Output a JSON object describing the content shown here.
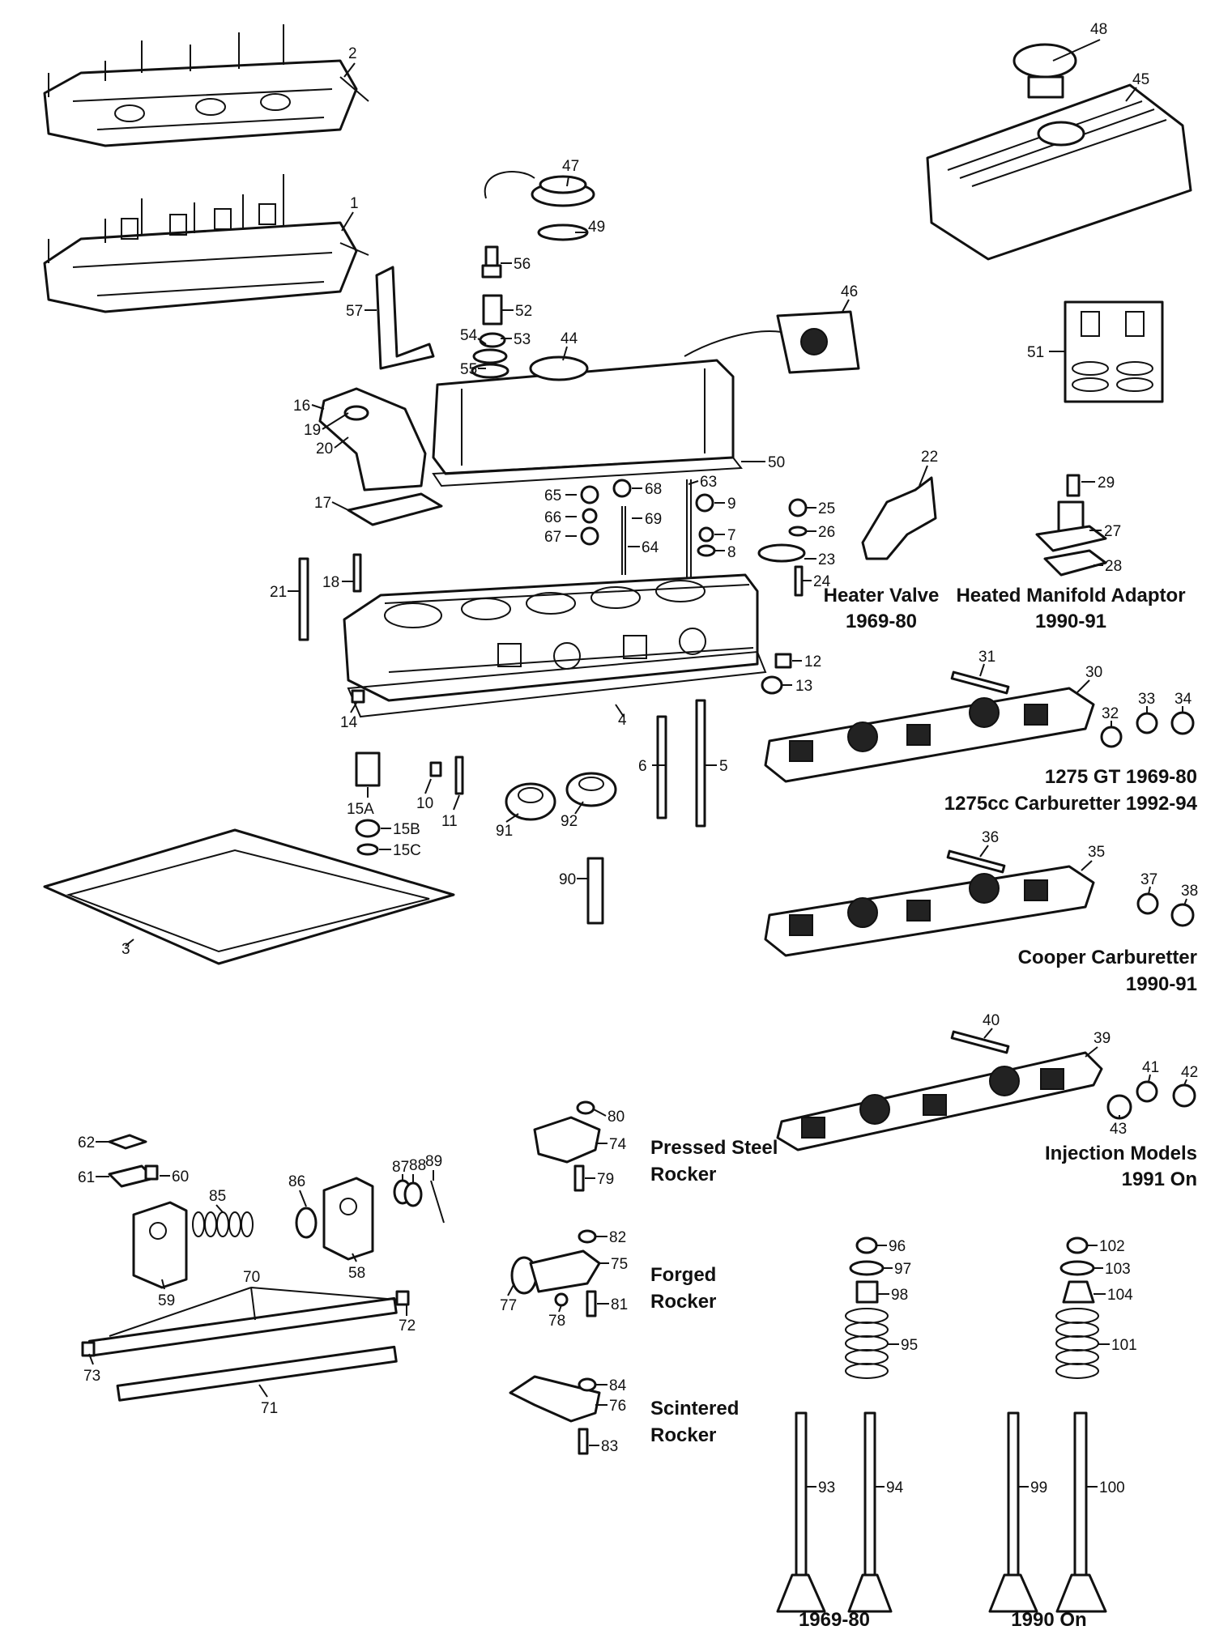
{
  "labels": {
    "l1": "1",
    "l2": "2",
    "l3": "3",
    "l4": "4",
    "l5": "5",
    "l6": "6",
    "l7": "7",
    "l8": "8",
    "l9": "9",
    "l10": "10",
    "l11": "11",
    "l12": "12",
    "l13": "13",
    "l14": "14",
    "l15A": "15A",
    "l15B": "15B",
    "l15C": "15C",
    "l16": "16",
    "l17": "17",
    "l18": "18",
    "l19": "19",
    "l20": "20",
    "l21": "21",
    "l22": "22",
    "l23": "23",
    "l24": "24",
    "l25": "25",
    "l26": "26",
    "l27": "27",
    "l28": "28",
    "l29": "29",
    "l30": "30",
    "l31": "31",
    "l32": "32",
    "l33": "33",
    "l34": "34",
    "l35": "35",
    "l36": "36",
    "l37": "37",
    "l38": "38",
    "l39": "39",
    "l40": "40",
    "l41": "41",
    "l42": "42",
    "l43": "43",
    "l44": "44",
    "l45": "45",
    "l46": "46",
    "l47": "47",
    "l48": "48",
    "l49": "49",
    "l50": "50",
    "l51": "51",
    "l52": "52",
    "l53": "53",
    "l54": "54",
    "l55": "55",
    "l56": "56",
    "l57": "57",
    "l58": "58",
    "l59": "59",
    "l60": "60",
    "l61": "61",
    "l62": "62",
    "l63": "63",
    "l64": "64",
    "l65": "65",
    "l66": "66",
    "l67": "67",
    "l68": "68",
    "l69": "69",
    "l70": "70",
    "l71": "71",
    "l72": "72",
    "l73": "73",
    "l74": "74",
    "l75": "75",
    "l76": "76",
    "l77": "77",
    "l78": "78",
    "l79": "79",
    "l80": "80",
    "l81": "81",
    "l82": "82",
    "l83": "83",
    "l84": "84",
    "l85": "85",
    "l86": "86",
    "l87": "87",
    "l88": "88",
    "l89": "89",
    "l90": "90",
    "l91": "91",
    "l92": "92",
    "l93": "93",
    "l94": "94",
    "l95": "95",
    "l96": "96",
    "l97": "97",
    "l98": "98",
    "l99": "99",
    "l100": "100",
    "l101": "101",
    "l102": "102",
    "l103": "103",
    "l104": "104"
  },
  "captions": {
    "heater_valve_1": "Heater Valve",
    "heater_valve_2": "1969-80",
    "heated_manifold_1": "Heated Manifold Adaptor",
    "heated_manifold_2": "1990-91",
    "gt_1": "1275 GT 1969-80",
    "gt_2": "1275cc Carburetter 1992-94",
    "cooper_1": "Cooper Carburetter",
    "cooper_2": "1990-91",
    "injection_1": "Injection Models",
    "injection_2": "1991 On",
    "pressed_1": "Pressed Steel",
    "pressed_2": "Rocker",
    "forged_1": "Forged",
    "forged_2": "Rocker",
    "scintered_1": "Scintered",
    "scintered_2": "Rocker",
    "valves_early": "1969-80",
    "valves_late": "1990 On"
  },
  "colors": {
    "ink": "#111111",
    "paper": "#ffffff"
  }
}
